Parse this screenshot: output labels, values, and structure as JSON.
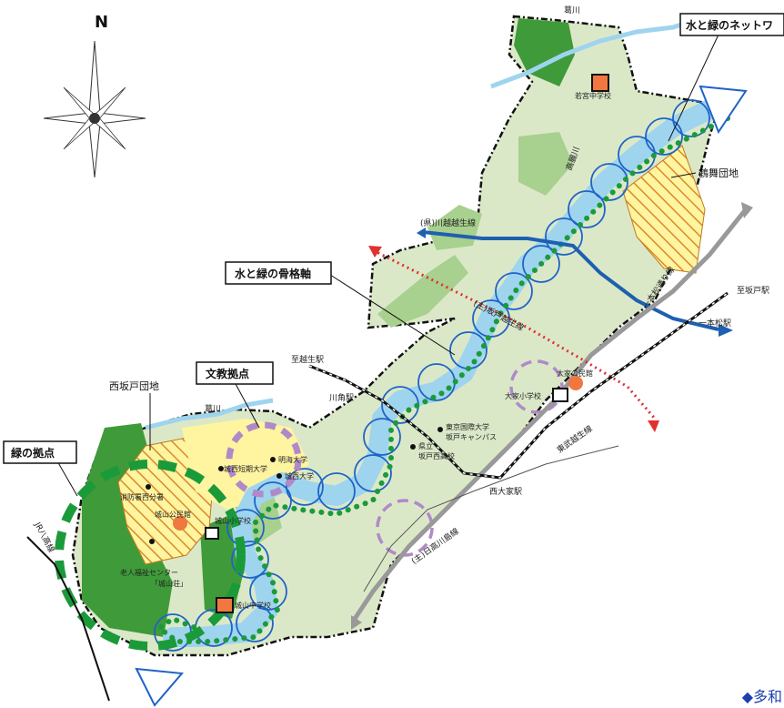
{
  "compass": {
    "north": "N"
  },
  "callouts": {
    "network": "水と緑のネットワ",
    "axis": "水と緑の骨格軸",
    "culture": "文教拠点",
    "green": "緑の拠点",
    "nishisakado": "西坂戸団地",
    "tsurumai": "鶴舞団地"
  },
  "rivers": {
    "kuzugawa_top": "葛川",
    "kuzugawa_left": "葛川",
    "takaharagawa": "高麗川"
  },
  "roads": {
    "kawagoe_ogose": "(県)川越越生線",
    "ipponmatsu": "一本松通り線",
    "sakado_kawagoe": "(主)坂戸越生線",
    "hidaka_kawajima": "(主)日高川島線",
    "jr_hachiko": "JR八高線",
    "tobu_tojo": "東武越生線"
  },
  "stations": {
    "to_ogose": "至越生駅",
    "kawakado": "川角駅",
    "nishiohya": "西大家駅",
    "ipponmatsu": "一本松駅",
    "to_sakado": "至坂戸駅"
  },
  "facilities": {
    "wakamiya_jh": "若宮中学校",
    "ohya_kominkan": "大家公民館",
    "ohya_es": "大家小学校",
    "tokyo_kokusai": "東京国際大学",
    "tokyo_kokusai2": "坂戸キャンパス",
    "kenritsu": "県立",
    "kenritsu2": "坂戸西高校",
    "meikai": "明海大学",
    "josai_tandai": "城西短期大学",
    "josai": "城西大学",
    "shobo": "消防署西分署",
    "shiroyama_kominkan": "城山公民館",
    "shiroyama_es": "城山小学校",
    "rojin": "老人福祉センター",
    "rojin2": "「城山荘」",
    "shiroyama_jh": "城山中学校"
  },
  "footer": "◆多和",
  "colors": {
    "district": "#dbe8c8",
    "forest": "#3f9a3a",
    "forest_light": "#a8d08e",
    "danchi": "#fff4a0",
    "river": "#9fd4ee",
    "ring": "#1e63c8",
    "dots": "#1b9a3a",
    "road": "#1f5fb0",
    "red": "#e03030",
    "facility": "#f07840",
    "purple": "#b08ac8"
  }
}
